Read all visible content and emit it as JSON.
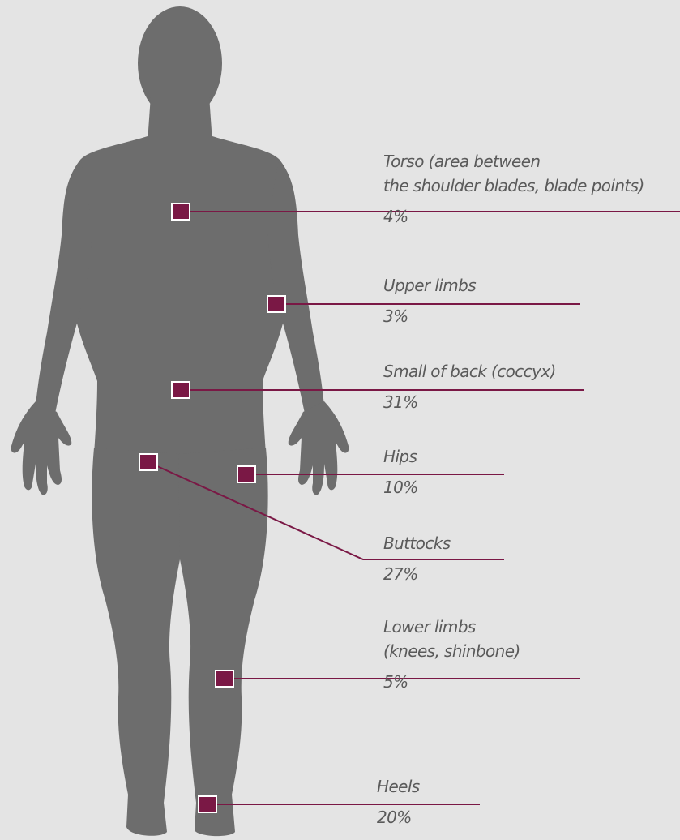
{
  "colors": {
    "background": "#e4e4e4",
    "silhouette": "#6d6d6d",
    "marker": "#7a1845",
    "leader": "#7a1845",
    "text": "#5a5a5a"
  },
  "silhouette_icon": "human-body-silhouette",
  "regions": [
    {
      "id": "torso",
      "label_lines": [
        "Torso (area between",
        "the shoulder blades, blade points)"
      ],
      "percent": "4%"
    },
    {
      "id": "upper-limbs",
      "label_lines": [
        "Upper limbs"
      ],
      "percent": "3%"
    },
    {
      "id": "small-of-back",
      "label_lines": [
        "Small of back (coccyx)"
      ],
      "percent": "31%"
    },
    {
      "id": "hips",
      "label_lines": [
        "Hips"
      ],
      "percent": "10%"
    },
    {
      "id": "buttocks",
      "label_lines": [
        "Buttocks"
      ],
      "percent": "27%"
    },
    {
      "id": "lower-limbs",
      "label_lines": [
        "Lower limbs",
        "(knees, shinbone)"
      ],
      "percent": "5%"
    },
    {
      "id": "heels",
      "label_lines": [
        "Heels"
      ],
      "percent": "20%"
    }
  ]
}
